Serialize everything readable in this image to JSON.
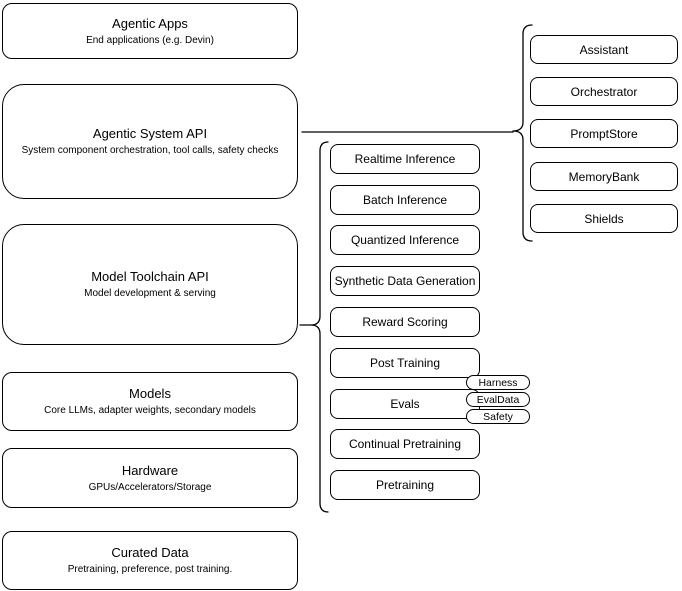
{
  "left_column": [
    {
      "title": "Agentic Apps",
      "subtitle": "End applications (e.g. Devin)"
    },
    {
      "title": "Agentic System API",
      "subtitle": "System component orchestration, tool calls, safety checks"
    },
    {
      "title": "Model Toolchain API",
      "subtitle": "Model development & serving"
    },
    {
      "title": "Models",
      "subtitle": "Core LLMs, adapter weights, secondary models"
    },
    {
      "title": "Hardware",
      "subtitle": "GPUs/Accelerators/Storage"
    },
    {
      "title": "Curated Data",
      "subtitle": "Pretraining, preference, post training."
    }
  ],
  "toolchain_items": [
    "Realtime Inference",
    "Batch Inference",
    "Quantized Inference",
    "Synthetic Data Generation",
    "Reward Scoring",
    "Post Training",
    "Evals",
    "Continual Pretraining",
    "Pretraining"
  ],
  "eval_tags": [
    "Harness",
    "EvalData",
    "Safety"
  ],
  "system_components": [
    "Assistant",
    "Orchestrator",
    "PromptStore",
    "MemoryBank",
    "Shields"
  ],
  "colors": {
    "stroke": "#000000",
    "background": "#ffffff",
    "text": "#000000"
  }
}
